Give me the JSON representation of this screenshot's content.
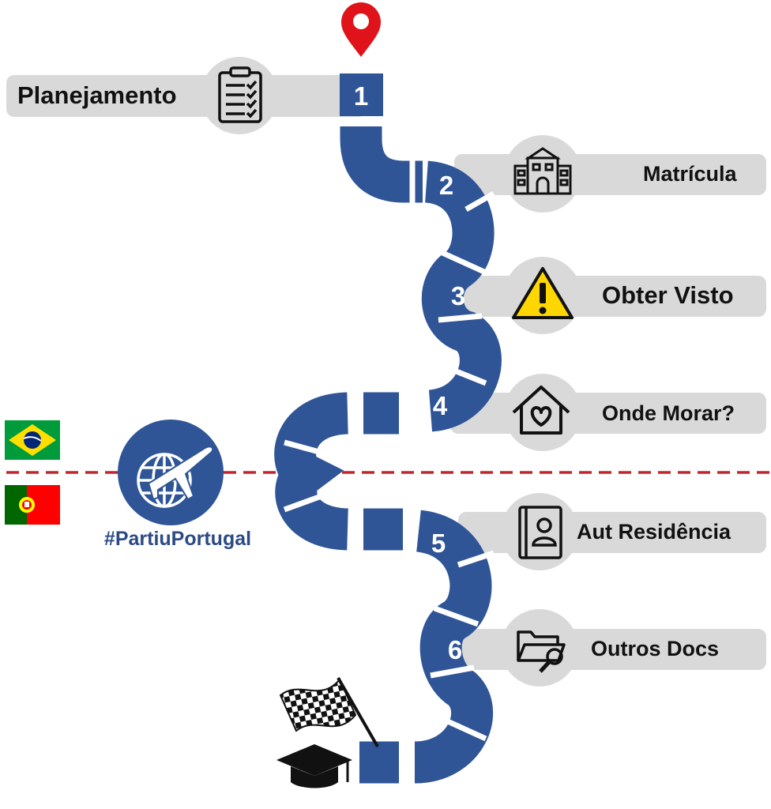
{
  "steps": [
    {
      "number": "1",
      "label": "Planejamento",
      "icon": "clipboard-checklist-icon"
    },
    {
      "number": "2",
      "label": "Matrícula",
      "icon": "school-building-icon"
    },
    {
      "number": "3",
      "label": "Obter Visto",
      "icon": "warning-icon"
    },
    {
      "number": "4",
      "label": "Onde Morar?",
      "icon": "house-heart-icon"
    },
    {
      "number": "5",
      "label": "Aut Residência",
      "icon": "id-card-icon"
    },
    {
      "number": "6",
      "label": "Outros Docs",
      "icon": "folder-search-icon"
    }
  ],
  "brand": {
    "hashtag": "#PartiuPortugal",
    "icon": "globe-airplane-icon"
  },
  "flags": {
    "top": "brazil-flag",
    "bottom": "portugal-flag"
  },
  "finish": {
    "icons": [
      "checkered-flag-icon",
      "graduation-cap-icon"
    ]
  },
  "start": {
    "icon": "map-pin-icon"
  },
  "colors": {
    "road": "#2f5597",
    "label_bg": "#d9d9d9",
    "pin": "#e0131b",
    "divider": "#c0272d",
    "brand_text": "#2b4a86",
    "warning": "#ffd700"
  }
}
